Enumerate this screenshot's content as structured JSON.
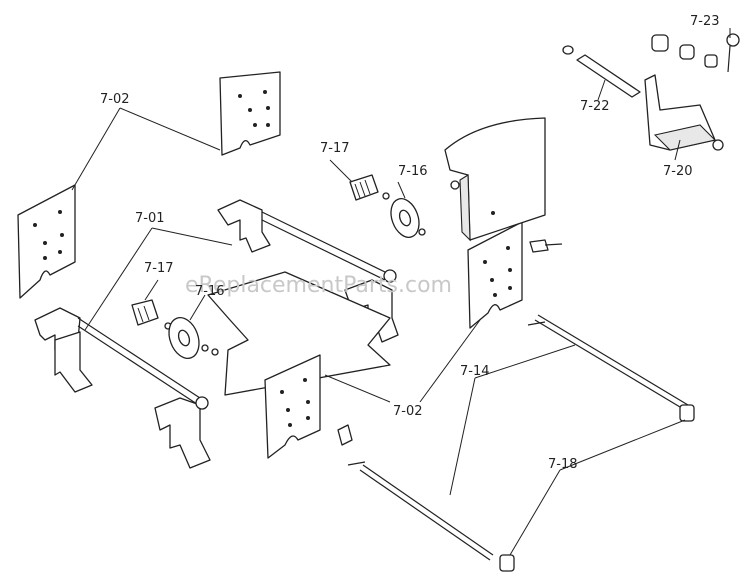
{
  "watermark": "eReplacementParts.com",
  "callouts": {
    "c_7_02_top": "7-02",
    "c_7_02_bottom": "7-02",
    "c_7_01": "7-01",
    "c_7_17_top": "7-17",
    "c_7_17_left": "7-17",
    "c_7_16_top": "7-16",
    "c_7_16_left": "7-16",
    "c_7_14": "7-14",
    "c_7_18": "7-18",
    "c_7_20": "7-20",
    "c_7_22": "7-22",
    "c_7_23": "7-23"
  }
}
